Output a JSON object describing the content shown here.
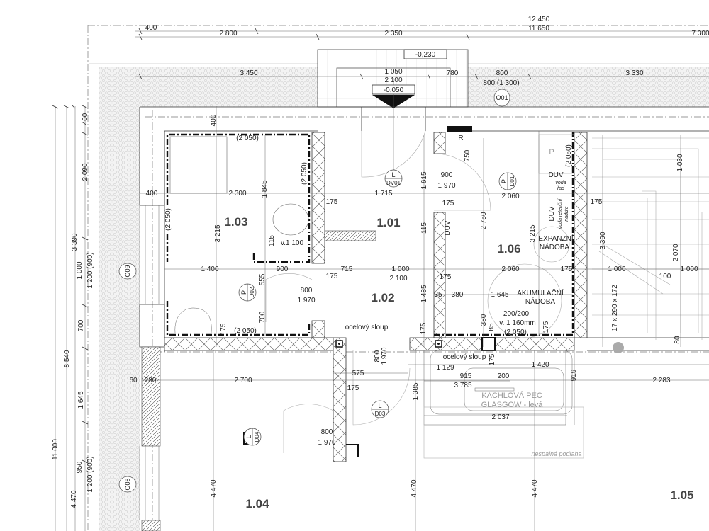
{
  "rooms": [
    "1.03",
    "1.01",
    "1.06",
    "1.02",
    "1.04",
    "1.05"
  ],
  "levels": [
    "-0,230",
    "-0,050"
  ],
  "windows": [
    "O01",
    "O09",
    "O08"
  ],
  "doors": [
    {
      "side": "L",
      "code": "DV01"
    },
    {
      "side": "P",
      "code": "D01"
    },
    {
      "side": "P",
      "code": "D02"
    },
    {
      "side": "L",
      "code": "D03"
    },
    {
      "side": "L",
      "code": "D04"
    }
  ],
  "dimensions": [
    "12 450",
    "400",
    "11 650",
    "2 800",
    "2 350",
    "7 300",
    "3 450",
    "1 050",
    "780",
    "800",
    "3 330",
    "2 100",
    "800 (1 300)",
    "400",
    "(2 050)",
    "(2 050)",
    "400",
    "2 300",
    "1 845",
    "(2 050)",
    "3 215",
    "115",
    "v.1 100",
    "1 400",
    "900",
    "555",
    "800",
    "1 970",
    "700",
    "175",
    "(2 050)",
    "1 715",
    "1 615",
    "175",
    "115",
    "715",
    "1 000",
    "175",
    "2 100",
    "1 485",
    "175",
    "900",
    "1 970",
    "750",
    "2 060",
    "175",
    "2 750",
    "3 215",
    "(2 050)",
    "175",
    "2 060",
    "175",
    "35",
    "380",
    "1 645",
    "380",
    "85",
    "200/200",
    "v. 1 160mm",
    "(2 050)",
    "175",
    "1 030",
    "175",
    "3 390",
    "2 070",
    "1 000",
    "1 000",
    "100",
    "17 x 290 x 172",
    "80",
    "60",
    "280",
    "2 700",
    "800",
    "1 970",
    "575",
    "175",
    "1 129",
    "915",
    "3 785",
    "175",
    "200",
    "1 420",
    "919",
    "2 283",
    "1 385",
    "2 037",
    "800",
    "1 970",
    "4 470",
    "4 470",
    "4 470",
    "11 000",
    "8 540",
    "3 390",
    "4 470",
    "400",
    "2 090",
    "1 000",
    "1 200 (900)",
    "700",
    "1 645",
    "950",
    "1 200 (900)"
  ],
  "annotations": {
    "steel_column_1": "ocelový sloup",
    "steel_column_2": "ocelový sloup",
    "r_mark": "R",
    "p_mark": "P",
    "duv_1": "DUV",
    "duv_2": "DUV",
    "duv_water": "voda",
    "duv_main": "řad",
    "duv_3": "DUV",
    "duv_retention_1": "voda retenční",
    "duv_retention_2": "nádrže",
    "expansion_1": "EXPANZNÍ",
    "expansion_2": "NÁDOBA",
    "accumulation_1": "AKUMULAČNÍ",
    "accumulation_2": "NÁDOBA",
    "stove_1": "KACHLOVÁ PEC",
    "stove_2": "GLASGOW - levá",
    "floor_note": "nespalná podlaha"
  }
}
